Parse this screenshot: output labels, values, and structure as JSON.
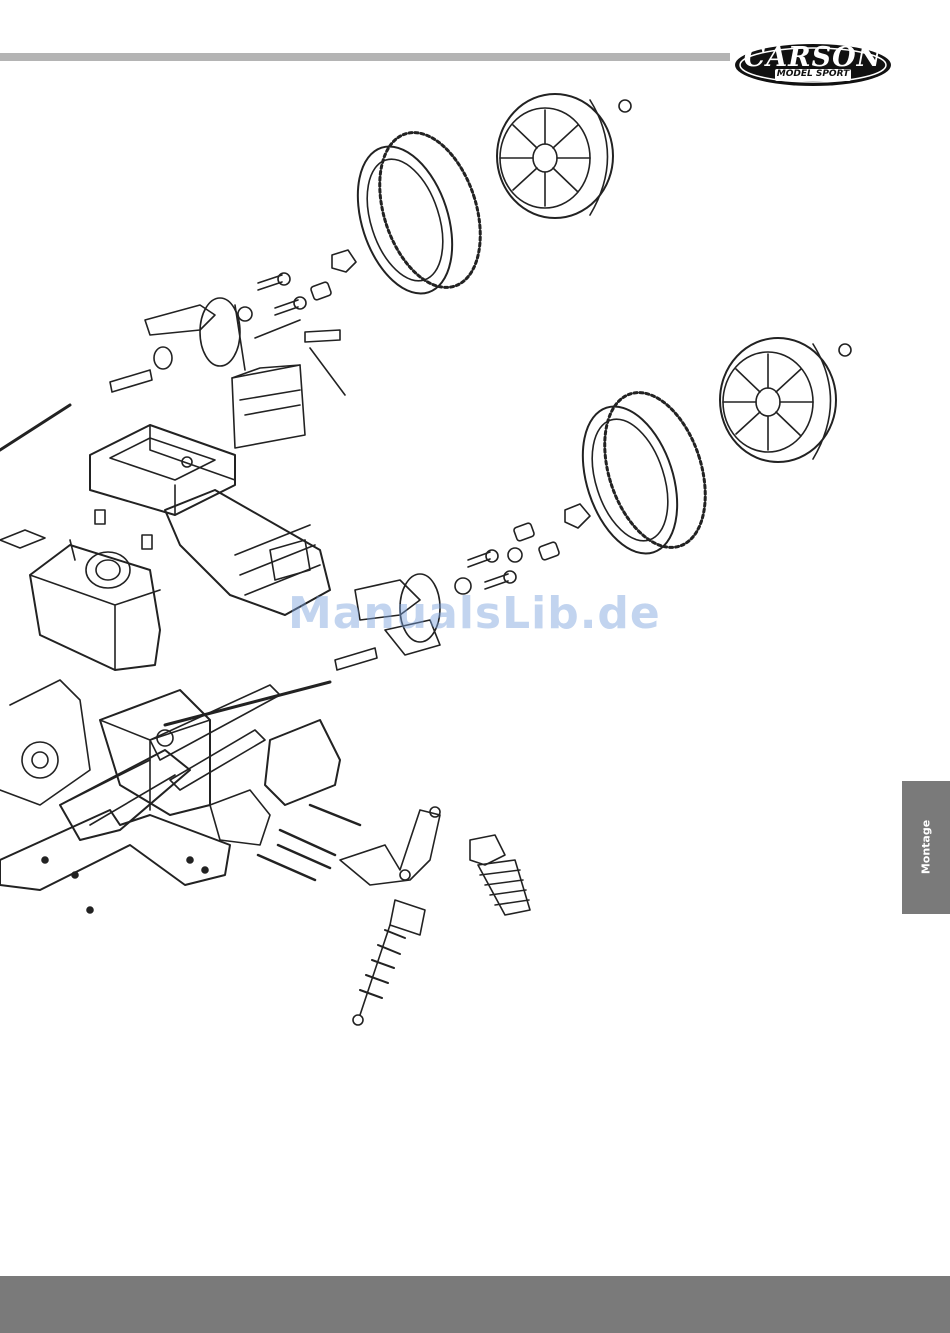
{
  "header": {
    "logo_brand": "CARSON",
    "logo_sub": "MODEL SPORT"
  },
  "watermark": "ManualsLib.de",
  "side_tab": {
    "label": "Montage"
  },
  "colors": {
    "rule_gray": "#b4b4b4",
    "tab_gray": "#7a7a7a",
    "logo_black": "#111111",
    "line_art": "#222222"
  },
  "drawing": {
    "description_icon": "exploded-assembly-diagram"
  }
}
